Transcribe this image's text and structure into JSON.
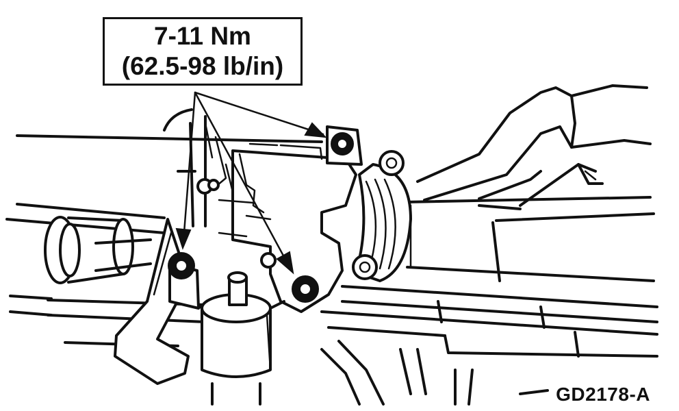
{
  "callout": {
    "torque_nm": "7-11 Nm",
    "torque_lbin": "(62.5-98 lb/in)"
  },
  "figure": {
    "id": "GD2178-A"
  },
  "colors": {
    "ink": "#111111",
    "paper": "#ffffff"
  }
}
